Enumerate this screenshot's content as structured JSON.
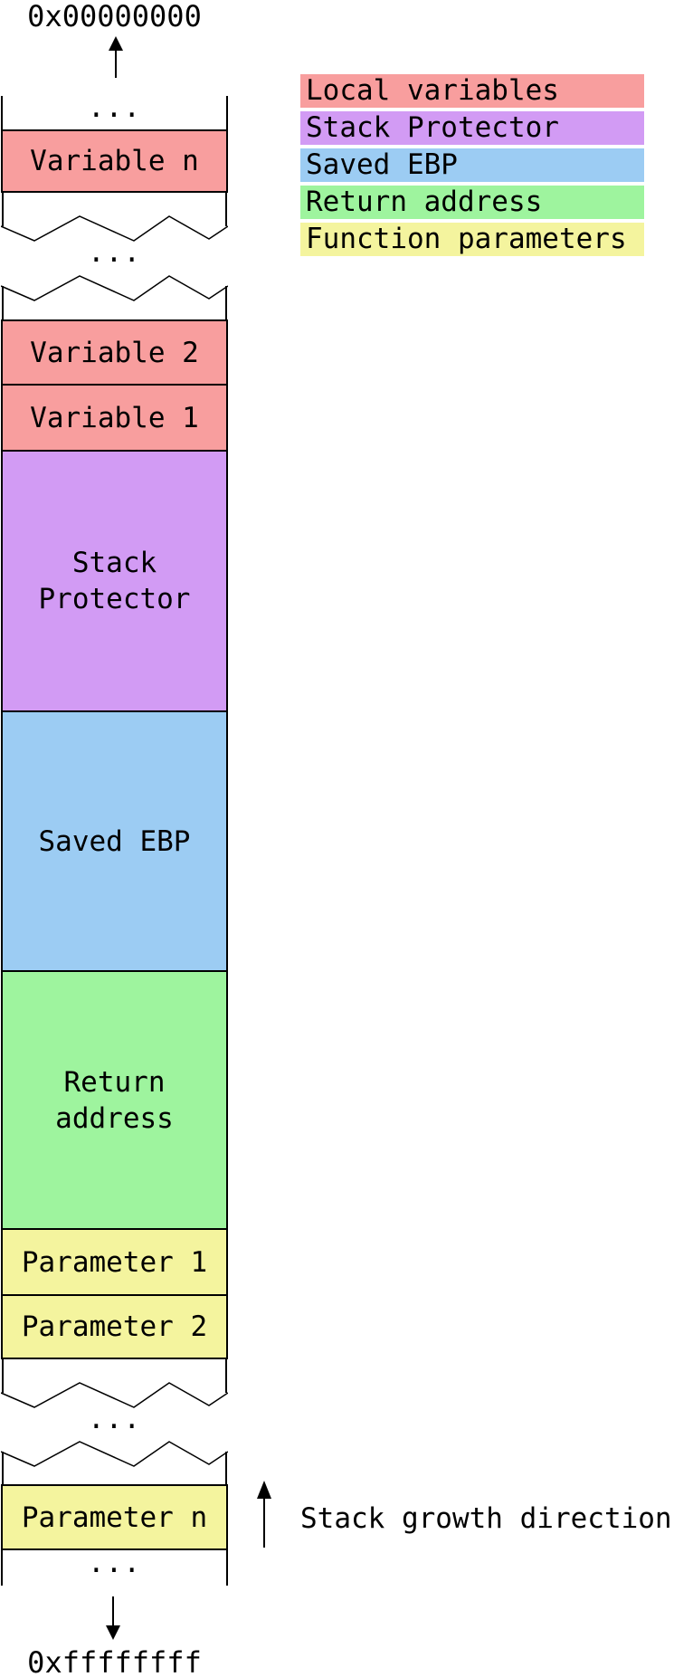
{
  "addresses": {
    "top": "0x00000000",
    "bottom": "0xffffffff"
  },
  "colors": {
    "local_variables": "#F89E9E",
    "stack_protector": "#D29BF4",
    "saved_ebp": "#9CCCF3",
    "return_address": "#9EF49E",
    "function_parameters": "#F4F49E",
    "line": "#000000"
  },
  "legend": {
    "items": [
      {
        "label": "Local variables",
        "color": "#F89E9E"
      },
      {
        "label": "Stack Protector",
        "color": "#D29BF4"
      },
      {
        "label": "Saved EBP",
        "color": "#9CCCF3"
      },
      {
        "label": "Return address",
        "color": "#9EF49E"
      },
      {
        "label": "Function parameters",
        "color": "#F4F49E"
      }
    ]
  },
  "stack": {
    "segments": {
      "ellipsis_top": "...",
      "variable_n": "Variable n",
      "tear_1_ellipsis": "...",
      "variable_2": "Variable 2",
      "variable_1": "Variable 1",
      "stack_protector": "Stack\nProtector",
      "saved_ebp": "Saved EBP",
      "return_address": "Return\naddress",
      "parameter_1": "Parameter 1",
      "parameter_2": "Parameter 2",
      "tear_2_ellipsis": "...",
      "parameter_n": "Parameter n",
      "ellipsis_bottom": "..."
    }
  },
  "growth": {
    "label": "Stack growth direction"
  },
  "icons": {
    "top_arrow": "up-arrow",
    "bottom_arrow": "down-arrow",
    "growth_arrow": "up-arrow"
  }
}
